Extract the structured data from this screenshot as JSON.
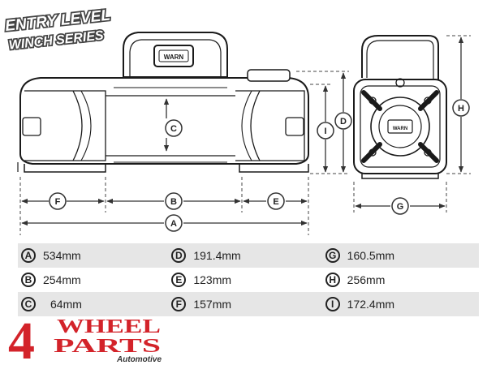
{
  "series_badge": {
    "line1": "ENTRY LEVEL",
    "line2": "WINCH SERIES"
  },
  "winch_brand": "WARN",
  "callouts": {
    "A": "A",
    "B": "B",
    "C": "C",
    "D": "D",
    "E": "E",
    "F": "F",
    "G": "G",
    "H": "H",
    "I": "I"
  },
  "specs": [
    {
      "letter": "A",
      "value": "534mm"
    },
    {
      "letter": "D",
      "value": "191.4mm"
    },
    {
      "letter": "G",
      "value": "160.5mm"
    },
    {
      "letter": "B",
      "value": "254mm"
    },
    {
      "letter": "E",
      "value": "123mm"
    },
    {
      "letter": "H",
      "value": "256mm"
    },
    {
      "letter": "C",
      "value": "64mm"
    },
    {
      "letter": "F",
      "value": "157mm"
    },
    {
      "letter": "I",
      "value": "172.4mm"
    }
  ],
  "brand_logo": {
    "line1": "4",
    "line2": "WHEEL",
    "line3": "PARTS",
    "tagline": "Automotive",
    "color": "#d3232a"
  },
  "colors": {
    "line": "#1a1a1a",
    "dim": "#333333",
    "shade": "#e6e6e6"
  }
}
